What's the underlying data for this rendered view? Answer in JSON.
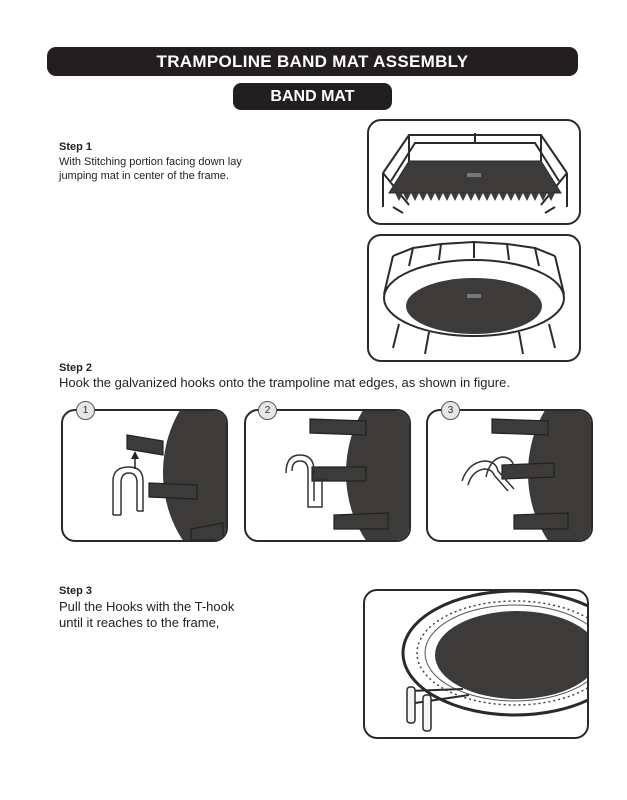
{
  "header": {
    "title": "TRAMPOLINE BAND MAT ASSEMBLY",
    "subtitle": "BAND MAT"
  },
  "step1": {
    "title": "Step 1",
    "line1": "With Stitching portion facing down lay",
    "line2": "jumping mat in center of the frame."
  },
  "step2": {
    "title": "Step 2",
    "text": "Hook the galvanized hooks onto the trampoline mat edges, as shown in figure.",
    "panels": [
      "1",
      "2",
      "3"
    ]
  },
  "step3": {
    "title": "Step 3",
    "line1": "Pull the Hooks with the T-hook",
    "line2": "until it reaches to the frame,"
  },
  "colors": {
    "banner": "#231f20",
    "mat": "#3d3b39",
    "outline": "#2a2a2a"
  }
}
